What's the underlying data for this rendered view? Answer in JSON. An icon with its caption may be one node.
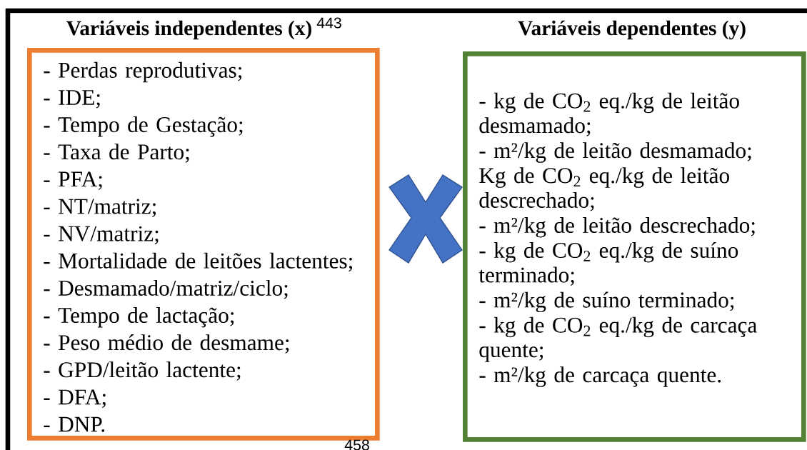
{
  "diagram": {
    "nodes": [
      {
        "text": [
          "Variáveis independentes (x)",
          "- Perdas reprodutivas;",
          "- IDE;",
          "- Tempo de Gestação;",
          "- Taxa de Parto;",
          "- PFA;",
          "- NT/matriz;",
          "- NV/matriz;",
          "- Mortalidade de leitões lactentes;",
          "- Desmamado/matriz/ciclo;",
          "- Tempo de lactação;",
          "- Peso médio de desmame;",
          "- GPD/leitão lactente;",
          "- DFA;",
          "- DNP."
        ]
      },
      {
        "text": [
          "Variáveis dependentes (y)",
          "-  kg de CO$_{2}$ eq./kg de leitão desmamado;",
          "- m²/kg de leitão desmamado;",
          "Kg de CO$_{2}$ eq./kg de leitão descrechado;",
          "- m²/kg de leitão descrechado;",
          "- kg de CO$_{2}$ eq./kg de suíno terminado;",
          "- m²/kg de suíno terminado;",
          "- kg de CO$_{2}$ eq./kg de carcaça quente;",
          "- m²/kg de carcaça quente."
        ]
      },
      {
        "text": [],
        "shape": "cross"
      }
    ],
    "labels": [
      "443",
      "458"
    ]
  }
}
